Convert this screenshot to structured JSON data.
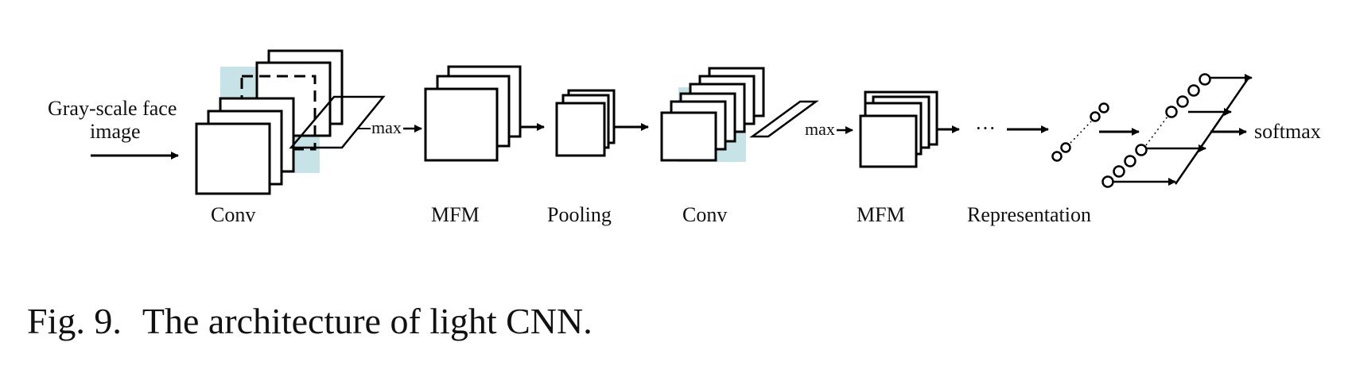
{
  "diagram": {
    "input_label_line1": "Gray-scale face",
    "input_label_line2": "image",
    "stage_labels": [
      "Conv",
      "MFM",
      "Pooling",
      "Conv",
      "MFM",
      "Representation"
    ],
    "max_label": "max",
    "ellipsis": "···",
    "output_label": "softmax",
    "highlight_color": "#c7e3e8"
  },
  "caption": {
    "number": "Fig. 9.",
    "text": "The architecture of light CNN."
  }
}
